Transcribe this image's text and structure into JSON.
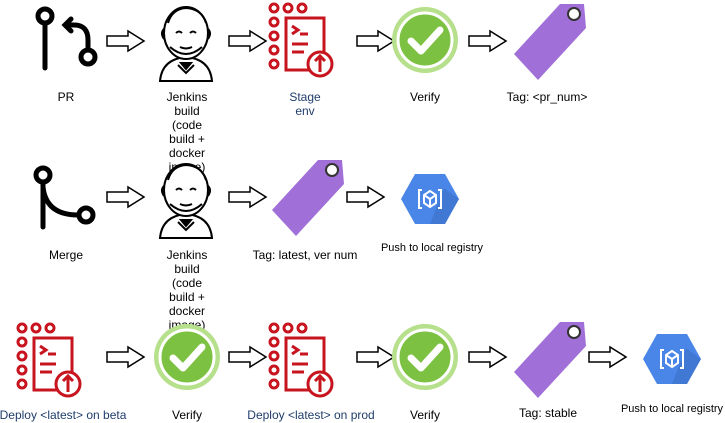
{
  "rows": [
    {
      "nodes": [
        {
          "icon": "git-branch-icon",
          "label": "PR"
        },
        {
          "icon": "jenkins-icon",
          "label": "Jenkins build\n(code build + docker image)"
        },
        {
          "icon": "deploy-checklist-icon",
          "label": "Stage\nenv"
        },
        {
          "icon": "verify-check-icon",
          "label": "Verify"
        },
        {
          "icon": "tag-icon",
          "label": "Tag: <pr_num>"
        }
      ]
    },
    {
      "nodes": [
        {
          "icon": "git-merge-icon",
          "label": "Merge"
        },
        {
          "icon": "jenkins-icon",
          "label": "Jenkins build\n(code build + docker image)"
        },
        {
          "icon": "tag-icon",
          "label": "Tag: latest, ver num"
        },
        {
          "icon": "container-registry-icon",
          "label": "Push to local registry"
        }
      ]
    },
    {
      "nodes": [
        {
          "icon": "deploy-checklist-icon",
          "label": "Deploy <latest> on beta"
        },
        {
          "icon": "verify-check-icon",
          "label": "Verify"
        },
        {
          "icon": "deploy-checklist-icon",
          "label": "Deploy <latest> on prod"
        },
        {
          "icon": "verify-check-icon",
          "label": "Verify"
        },
        {
          "icon": "tag-icon",
          "label": "Tag: stable"
        },
        {
          "icon": "container-registry-icon",
          "label": "Push to local registry"
        }
      ]
    }
  ],
  "colors": {
    "deploy_red": "#c7141e",
    "verify_green_fill": "#7dc142",
    "verify_green_light": "#b6e08b",
    "tag_purple": "#a070d8",
    "registry_blue": "#4a86e8",
    "label_blue": "#1f3d6b"
  }
}
